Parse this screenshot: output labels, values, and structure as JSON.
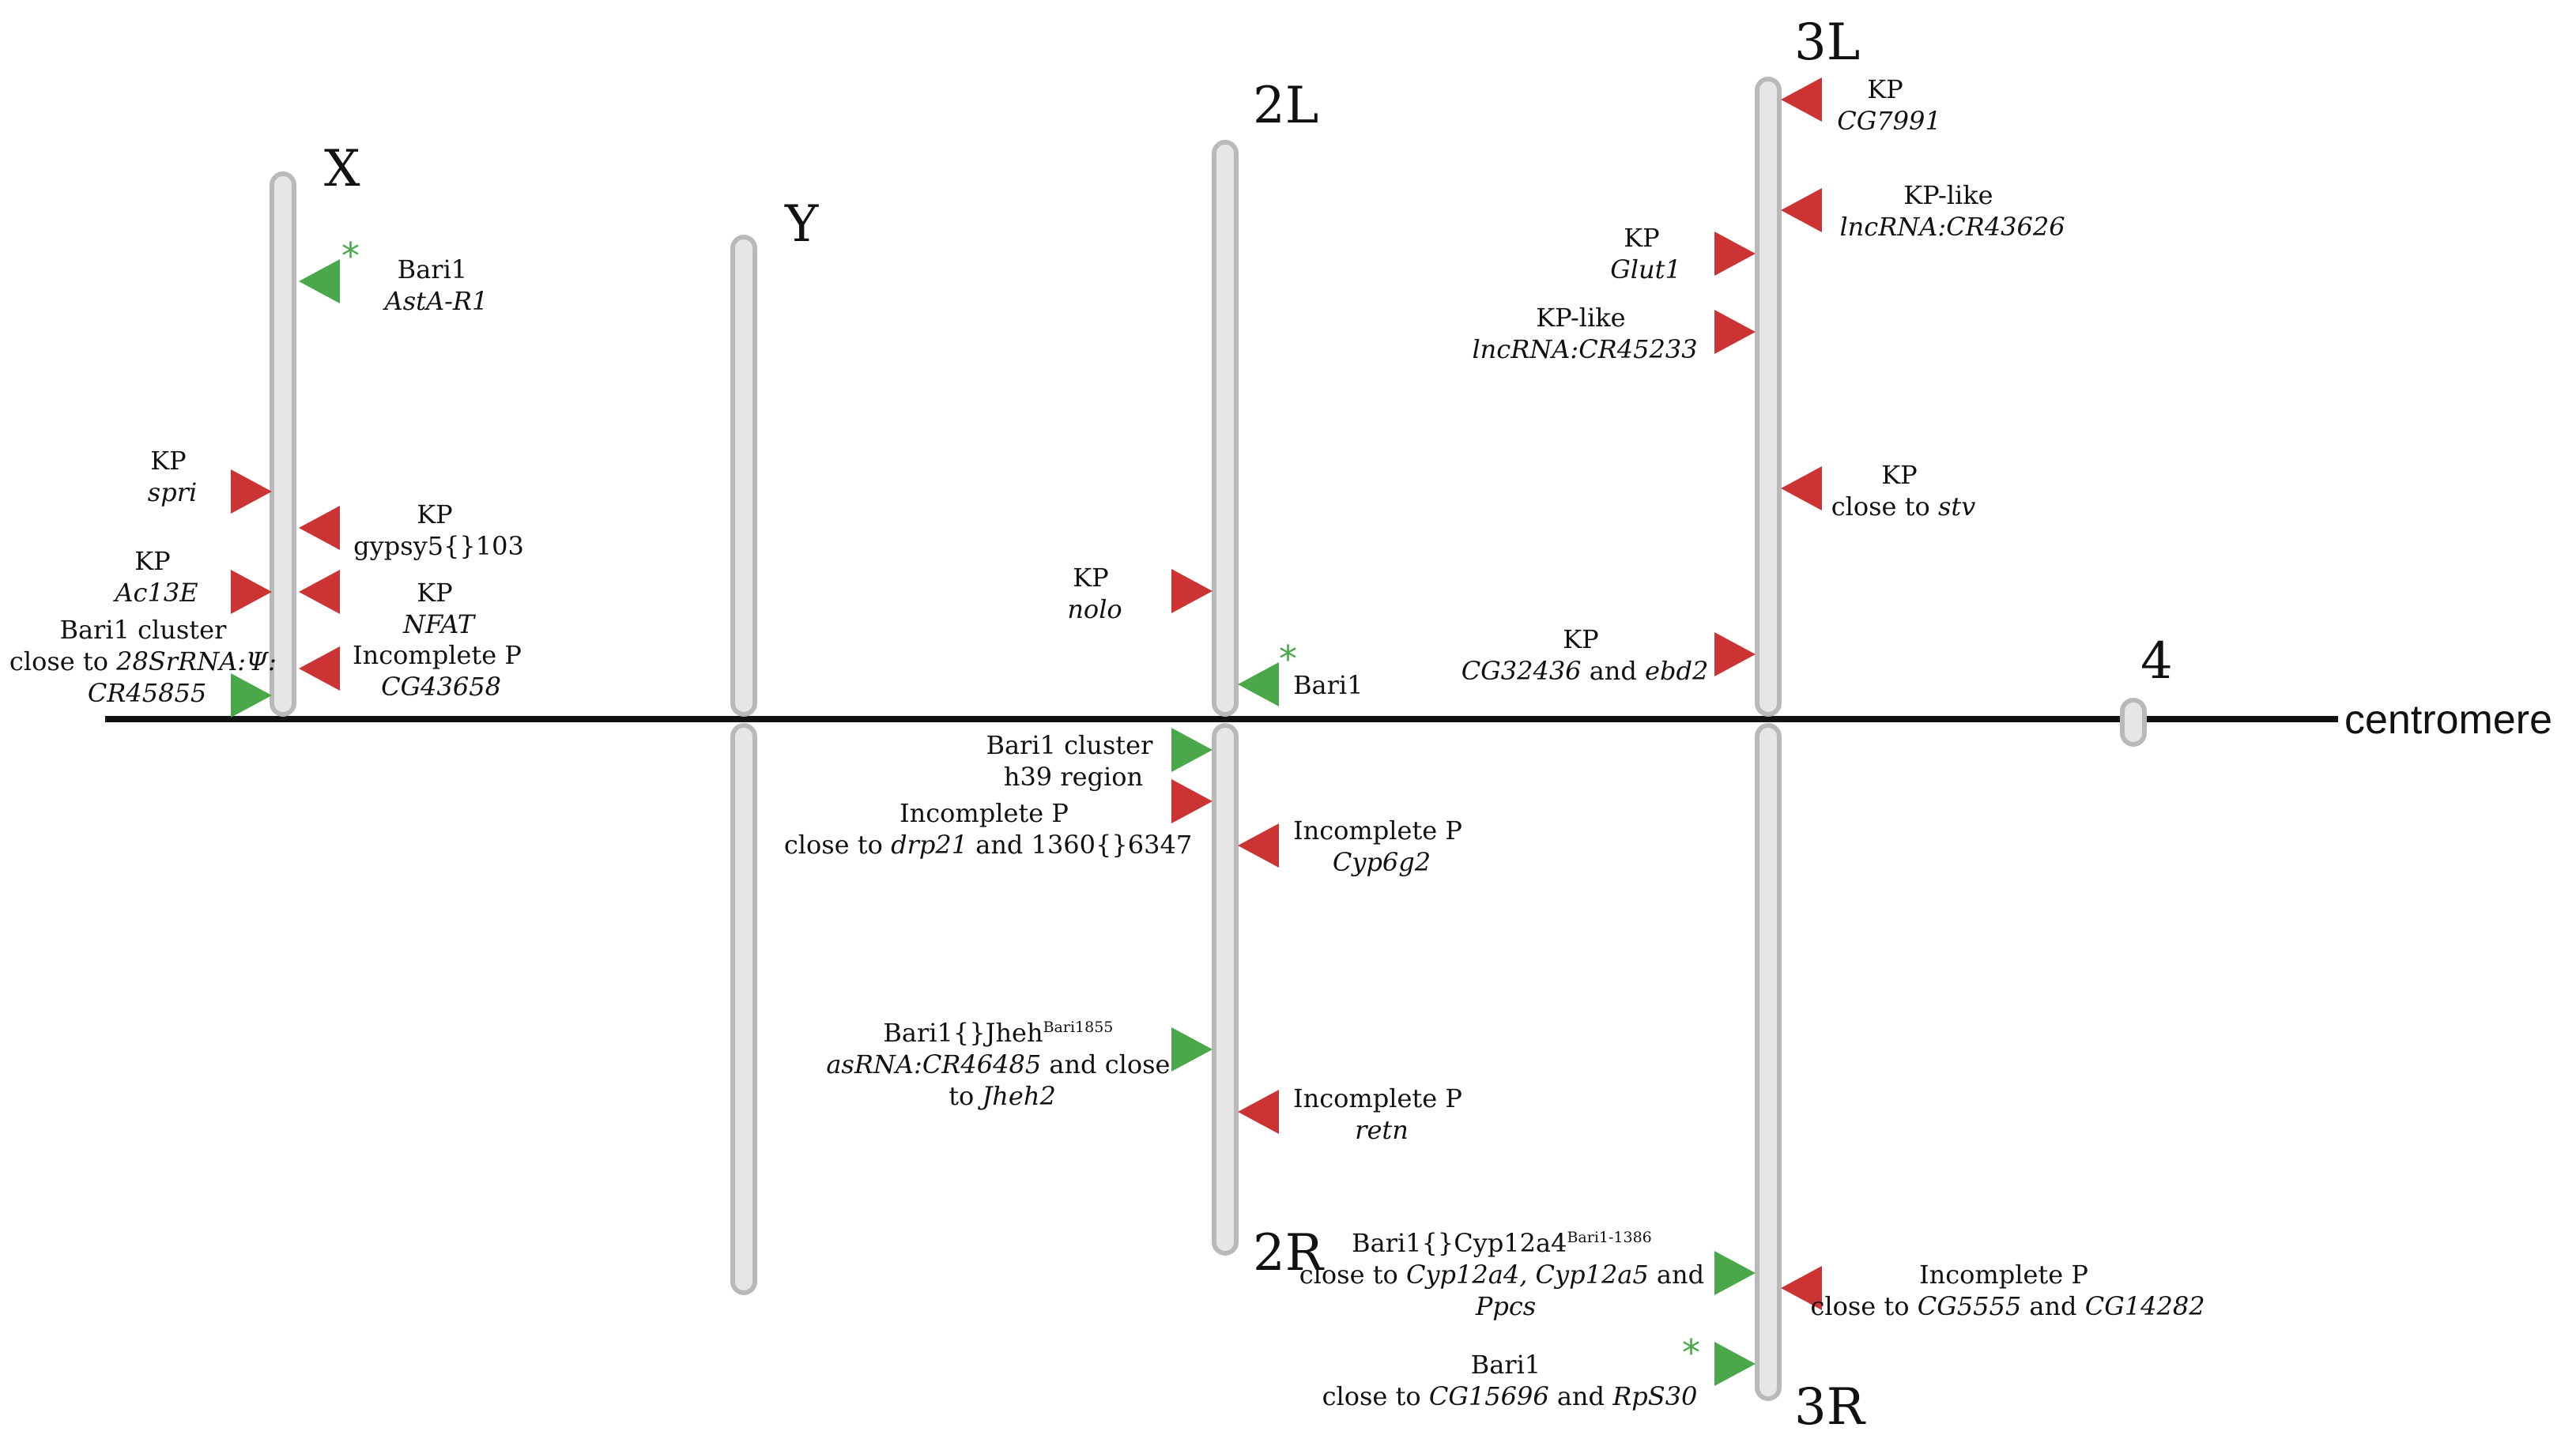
{
  "colors": {
    "kp_red": "#cc3333",
    "bari_green": "#4aa84a",
    "chromosome_fill": "#e6e6e6",
    "chromosome_stroke": "#b9b9b9"
  },
  "arms": {
    "x": "X",
    "y": "Y",
    "l2": "2L",
    "r2": "2R",
    "l3": "3L",
    "r3": "3R",
    "c4": "4"
  },
  "centromere": "centromere",
  "asterisk": "*",
  "labels": {
    "x_bari1": {
      "l1": "Bari1",
      "l2": "AstA-R1"
    },
    "x_kp_spri": {
      "l1": "KP",
      "l2": "spri"
    },
    "x_kp_gypsy": {
      "l1": "KP",
      "l2": "gypsy5{}103"
    },
    "x_kp_ac13e": {
      "l1": "KP",
      "l2": "Ac13E"
    },
    "x_kp_nfat": {
      "l1": "KP",
      "l2": "NFAT"
    },
    "x_bari1_cluster": {
      "l1": "Bari1 cluster",
      "l2a": "close to ",
      "l2b": "28SrRNA:Ψ:",
      "l3": "CR45855"
    },
    "x_inc_p": {
      "l1": "Incomplete P",
      "l2": "CG43658"
    },
    "l2_kp_nolo": {
      "l1": "KP",
      "l2": "nolo"
    },
    "l2_bari1": {
      "l1": "Bari1"
    },
    "r2_bari1_h39": {
      "l1": "Bari1 cluster",
      "l2": "h39 region"
    },
    "r2_inc_drp21": {
      "l1": "Incomplete P",
      "l2a": "close to ",
      "l2b": "drp21",
      "l2c": " and 1360{}6347"
    },
    "r2_inc_cyp6g2": {
      "l1": "Incomplete P",
      "l2": "Cyp6g2"
    },
    "r2_bari_jheh": {
      "l1a": "Bari1{}Jheh",
      "l1sup": "Bari1855",
      "l2a": "asRNA:CR46485",
      "l2b": " and close",
      "l3a": "to ",
      "l3b": "Jheh2"
    },
    "r2_inc_retn": {
      "l1": "Incomplete P",
      "l2": "retn"
    },
    "l3_kp_cg7991": {
      "l1": "KP",
      "l2": "CG7991"
    },
    "l3_kplike_cr43626": {
      "l1": "KP-like",
      "l2": "lncRNA:CR43626"
    },
    "l3_kp_glut1": {
      "l1": "KP",
      "l2": "Glut1"
    },
    "l3_kplike_cr45233": {
      "l1": "KP-like",
      "l2": "lncRNA:CR45233"
    },
    "l3_kp_stv": {
      "l1": "KP",
      "l2a": "close to ",
      "l2b": "stv"
    },
    "l3_kp_cg32436": {
      "l1": "KP",
      "l2a": "CG32436",
      "l2b": " and ",
      "l2c": "ebd2"
    },
    "r3_bari_cyp12a4": {
      "l1a": "Bari1{}Cyp12a4",
      "l1sup": "Bari1-1386",
      "l2a": "close to ",
      "l2b": "Cyp12a4, Cyp12a5",
      "l2c": " and",
      "l3": "Ppcs"
    },
    "r3_inc_cg5555": {
      "l1": "Incomplete P",
      "l2a": "close to ",
      "l2b": "CG5555",
      "l2c": " and ",
      "l2d": "CG14282"
    },
    "r3_bari1": {
      "l1": "Bari1",
      "l2a": "close to ",
      "l2b": "CG15696",
      "l2c": " and ",
      "l2d": "RpS30"
    }
  }
}
